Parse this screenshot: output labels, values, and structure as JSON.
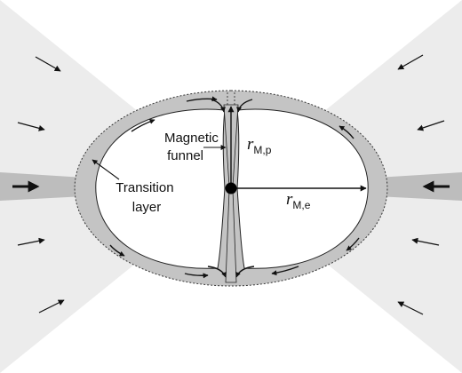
{
  "labels": {
    "magnetic_funnel": [
      "Magnetic",
      "funnel"
    ],
    "transition_layer": [
      "Transition",
      "layer"
    ],
    "r_mp": {
      "symbol": "r",
      "subscript": "M,p"
    },
    "r_me": {
      "symbol": "r",
      "subscript": "M,e"
    }
  },
  "colors": {
    "background_flow": "#ececec",
    "transition_layer": "#c4c4c4",
    "magnetosphere": "#ffffff",
    "lines": "#111111"
  }
}
